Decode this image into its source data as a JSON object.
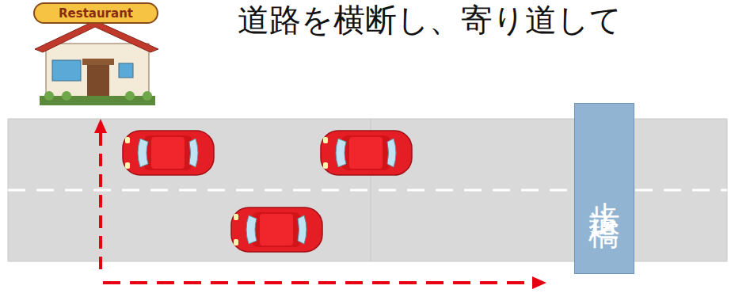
{
  "diagram": {
    "nodes": [
      {
        "text": [
          "Restaurant"
        ]
      },
      {
        "text": [
          "歩道橋"
        ]
      }
    ],
    "labels": [
      "道路を横断し、寄り道して"
    ]
  }
}
